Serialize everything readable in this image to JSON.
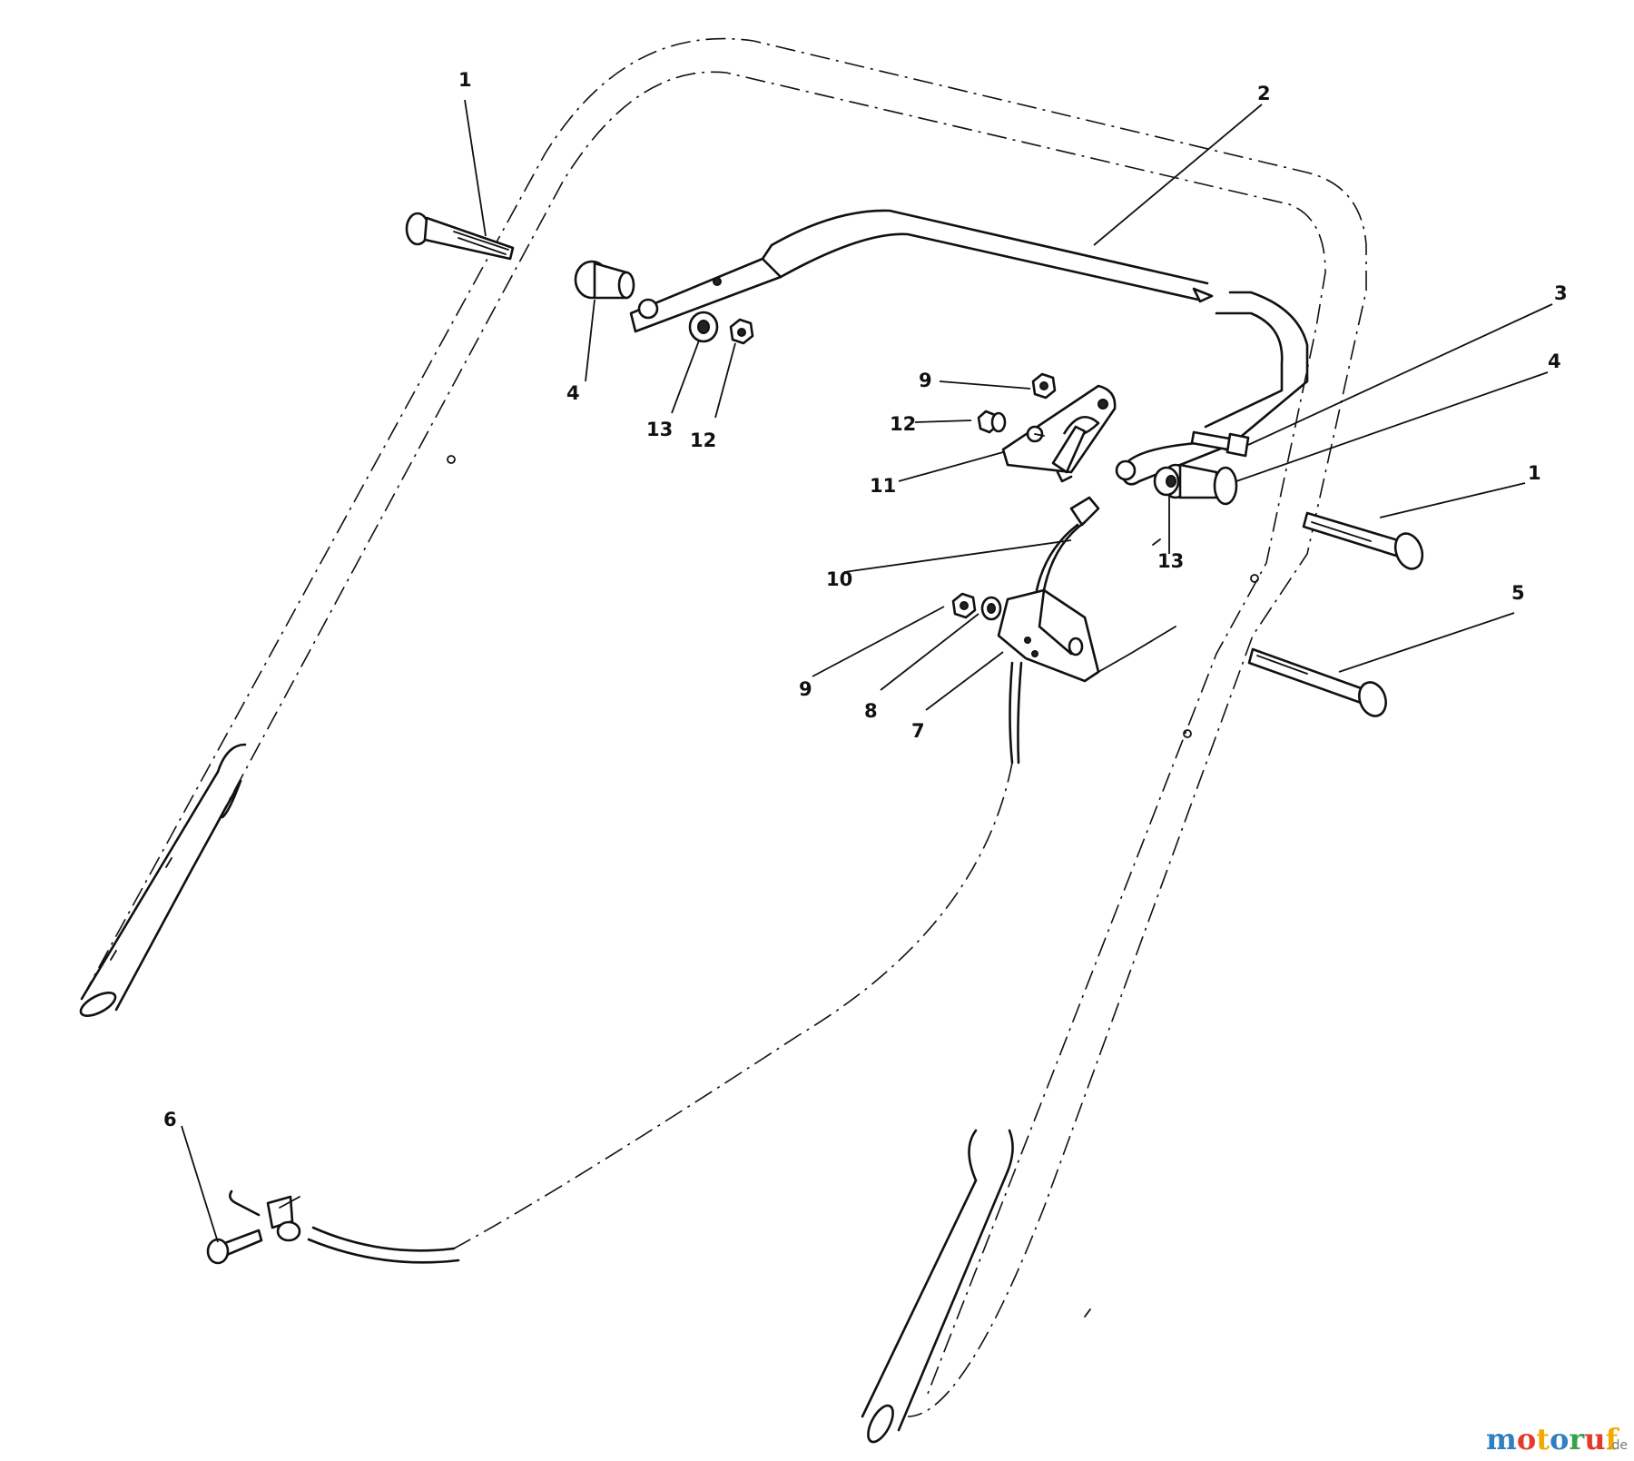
{
  "callouts": [
    {
      "id": "c1a",
      "text": "1"
    },
    {
      "id": "c2",
      "text": "2"
    },
    {
      "id": "c3",
      "text": "3"
    },
    {
      "id": "c4a",
      "text": "4"
    },
    {
      "id": "c4b",
      "text": "4"
    },
    {
      "id": "c1b",
      "text": "1"
    },
    {
      "id": "c5",
      "text": "5"
    },
    {
      "id": "c6",
      "text": "6"
    },
    {
      "id": "c7",
      "text": "7"
    },
    {
      "id": "c8",
      "text": "8"
    },
    {
      "id": "c9a",
      "text": "9"
    },
    {
      "id": "c9b",
      "text": "9"
    },
    {
      "id": "c10",
      "text": "10"
    },
    {
      "id": "c11",
      "text": "11"
    },
    {
      "id": "c12a",
      "text": "12"
    },
    {
      "id": "c12b",
      "text": "12"
    },
    {
      "id": "c13a",
      "text": "13"
    },
    {
      "id": "c13b",
      "text": "13"
    }
  ],
  "watermark": {
    "letters": [
      "m",
      "o",
      "t",
      "o",
      "r",
      "u",
      "f"
    ],
    "letter_colors": [
      "#2f7fc1",
      "#e23b2e",
      "#f2a900",
      "#2f7fc1",
      "#3aa04a",
      "#e23b2e",
      "#f2a900"
    ],
    "suffix": ".de"
  }
}
